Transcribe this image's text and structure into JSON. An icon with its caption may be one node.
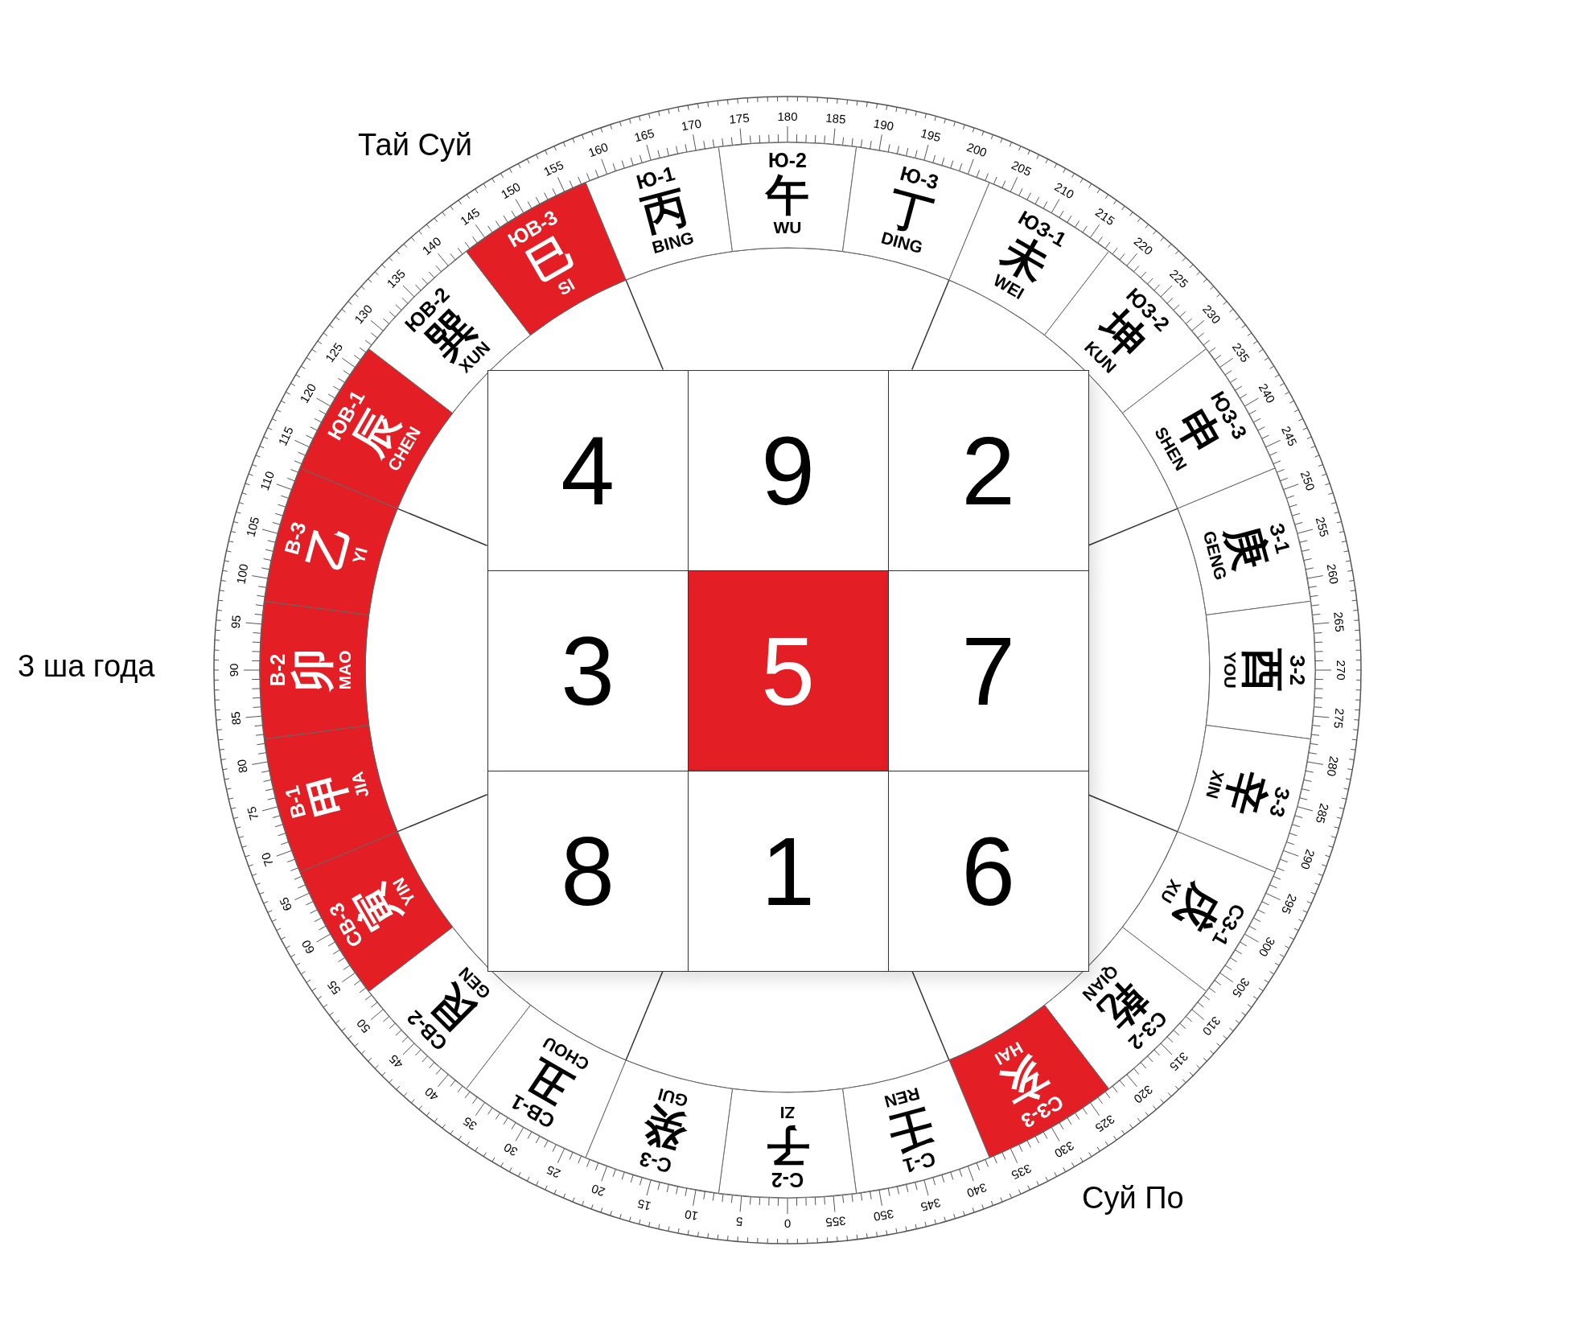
{
  "diagram": {
    "nodes": [
      {
        "text": [
          "Ю-1",
          "丙",
          "BING"
        ]
      },
      {
        "text": [
          "Ю-2",
          "午",
          "WU"
        ]
      },
      {
        "text": [
          "Ю-3",
          "丁",
          "DING"
        ]
      },
      {
        "text": [
          "ЮЗ-1",
          "未",
          "WEI"
        ]
      },
      {
        "text": [
          "ЮЗ-2",
          "坤",
          "KUN"
        ]
      },
      {
        "text": [
          "ЮЗ-3",
          "申",
          "SHEN"
        ]
      },
      {
        "text": [
          "З-1",
          "庚",
          "GENG"
        ]
      },
      {
        "text": [
          "З-2",
          "酉",
          "YOU"
        ]
      },
      {
        "text": [
          "З-3",
          "辛",
          "XIN"
        ]
      },
      {
        "text": [
          "СЗ-1",
          "戌",
          "XU"
        ]
      },
      {
        "text": [
          "СЗ-2",
          "乾",
          "QIAN"
        ]
      },
      {
        "text": [
          "СЗ-3",
          "亥",
          "HAI"
        ]
      },
      {
        "text": [
          "С-1",
          "壬",
          "REN"
        ]
      },
      {
        "text": [
          "С-2",
          "子",
          "ZI"
        ]
      },
      {
        "text": [
          "С-3",
          "癸",
          "GUI"
        ]
      },
      {
        "text": [
          "СВ-1",
          "丑",
          "CHOU"
        ]
      },
      {
        "text": [
          "СВ-2",
          "艮",
          "GEN"
        ]
      },
      {
        "text": [
          "СВ-3",
          "寅",
          "YIN"
        ]
      },
      {
        "text": [
          "В-1",
          "甲",
          "JIA"
        ]
      },
      {
        "text": [
          "В-2",
          "卯",
          "MAO"
        ]
      },
      {
        "text": [
          "В-3",
          "乙",
          "YI"
        ]
      },
      {
        "text": [
          "ЮВ-1",
          "辰",
          "CHEN"
        ]
      },
      {
        "text": [
          "ЮВ-2",
          "巽",
          "XUN"
        ]
      },
      {
        "text": [
          "ЮВ-3",
          "巳",
          "SI"
        ]
      },
      {
        "text": [
          "4"
        ]
      },
      {
        "text": [
          "9"
        ]
      },
      {
        "text": [
          "2"
        ]
      },
      {
        "text": [
          "3"
        ]
      },
      {
        "text": [
          "5"
        ]
      },
      {
        "text": [
          "7"
        ]
      },
      {
        "text": [
          "8"
        ]
      },
      {
        "text": [
          "1"
        ]
      },
      {
        "text": [
          "6"
        ]
      }
    ],
    "labels": [
      "0",
      "5",
      "10",
      "15",
      "20",
      "25",
      "30",
      "35",
      "40",
      "45",
      "50",
      "55",
      "60",
      "65",
      "70",
      "75",
      "80",
      "85",
      "90",
      "95",
      "100",
      "105",
      "110",
      "115",
      "120",
      "125",
      "130",
      "135",
      "140",
      "145",
      "150",
      "155",
      "160",
      "165",
      "170",
      "175",
      "180",
      "185",
      "190",
      "195",
      "200",
      "205",
      "210",
      "215",
      "220",
      "225",
      "230",
      "235",
      "240",
      "245",
      "250",
      "255",
      "260",
      "265",
      "270",
      "275",
      "280",
      "285",
      "290",
      "295",
      "300",
      "305",
      "310",
      "315",
      "320",
      "325",
      "330",
      "335",
      "340",
      "345",
      "350",
      "355",
      "Тай Суй",
      "3 ша года",
      "Суй По"
    ]
  }
}
